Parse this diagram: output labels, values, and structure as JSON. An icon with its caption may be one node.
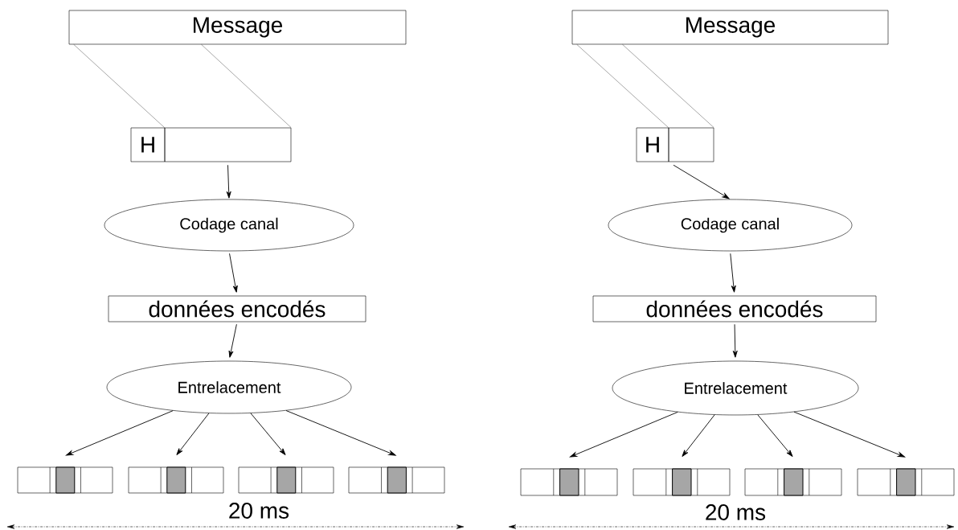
{
  "diagram": {
    "nodes": [
      {
        "text": [
          "Message"
        ]
      },
      {
        "text": [
          "H"
        ]
      },
      {
        "text": [],
        "shape": "box"
      },
      {
        "text": [
          "Codage canal"
        ]
      },
      {
        "text": [
          "données encodés"
        ]
      },
      {
        "text": [
          "Entrelacement"
        ]
      },
      {
        "text": [],
        "shape": "box"
      },
      {
        "text": [],
        "shape": "box"
      },
      {
        "text": [],
        "shape": "box"
      },
      {
        "text": [],
        "shape": "box"
      },
      {
        "text": [
          "Message"
        ]
      },
      {
        "text": [
          "H"
        ]
      },
      {
        "text": [],
        "shape": "box"
      },
      {
        "text": [
          "Codage canal"
        ]
      },
      {
        "text": [
          "données encodés"
        ]
      },
      {
        "text": [
          "Entrelacement"
        ]
      },
      {
        "text": [],
        "shape": "box"
      },
      {
        "text": [],
        "shape": "box"
      },
      {
        "text": [],
        "shape": "box"
      },
      {
        "text": [],
        "shape": "box"
      }
    ],
    "edges": [
      {
        "from": 0,
        "to": 2,
        "arrow": "none"
      },
      {
        "from": 0,
        "to": 2,
        "arrow": "none"
      },
      {
        "from": 2,
        "to": 3,
        "arrow": "to"
      },
      {
        "from": 3,
        "to": 4,
        "arrow": "to"
      },
      {
        "from": 4,
        "to": 5,
        "arrow": "to"
      },
      {
        "from": 5,
        "to": 6,
        "arrow": "to"
      },
      {
        "from": 5,
        "to": 7,
        "arrow": "to"
      },
      {
        "from": 5,
        "to": 8,
        "arrow": "to"
      },
      {
        "from": 5,
        "to": 9,
        "arrow": "to"
      },
      {
        "from": 10,
        "to": 12,
        "arrow": "none"
      },
      {
        "from": 10,
        "to": 12,
        "arrow": "none"
      },
      {
        "from": 12,
        "to": 13,
        "arrow": "to"
      },
      {
        "from": 13,
        "to": 14,
        "arrow": "to"
      },
      {
        "from": 14,
        "to": 15,
        "arrow": "to"
      },
      {
        "from": 15,
        "to": 16,
        "arrow": "to"
      },
      {
        "from": 15,
        "to": 17,
        "arrow": "to"
      },
      {
        "from": 15,
        "to": 18,
        "arrow": "to"
      },
      {
        "from": 15,
        "to": 19,
        "arrow": "to"
      }
    ],
    "labels": [
      "20 ms",
      "20 ms"
    ]
  }
}
